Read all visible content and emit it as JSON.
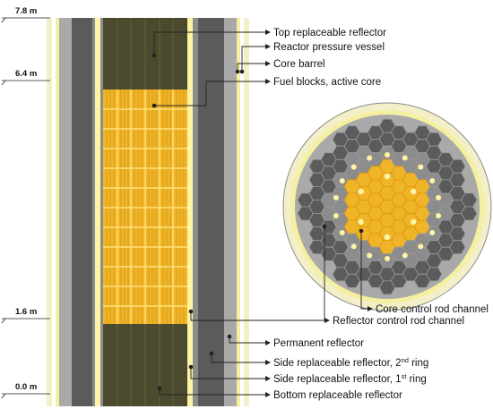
{
  "heights": [
    {
      "id": "h78",
      "label": "7.8 m"
    },
    {
      "id": "h64",
      "label": "6.4 m"
    },
    {
      "id": "h16",
      "label": "1.6 m"
    },
    {
      "id": "h00",
      "label": "0.0 m"
    }
  ],
  "labels": {
    "top_reflector": "Top replaceable reflector",
    "pressure_vessel": "Reactor pressure vessel",
    "core_barrel": "Core barrel",
    "fuel_blocks": "Fuel blocks, active core",
    "core_control_rod": "Core control rod channel",
    "reflector_control_rod": "Reflector control rod channel",
    "permanent_reflector": "Permanent reflector",
    "side_reflector_2_pre": "Side replaceable reflector, 2",
    "side_reflector_2_sup": "nd",
    "side_reflector_2_post": " ring",
    "side_reflector_1_pre": "Side replaceable reflector, 1",
    "side_reflector_1_sup": "st",
    "side_reflector_1_post": " ring",
    "bottom_reflector": "Bottom replaceable reflector"
  },
  "colors": {
    "fuel": "#f0b429",
    "fuel_line": "#c98a05",
    "reflector_olive": "#4c4a2e",
    "graphite_dark": "#5b5b5b",
    "graphite_mid": "#8c8c8c",
    "graphite_light": "#bdbdbd",
    "barrel_yellow": "#f5f0a0",
    "vessel_cream": "#f3efc9",
    "channel_light": "#fff3a6"
  }
}
